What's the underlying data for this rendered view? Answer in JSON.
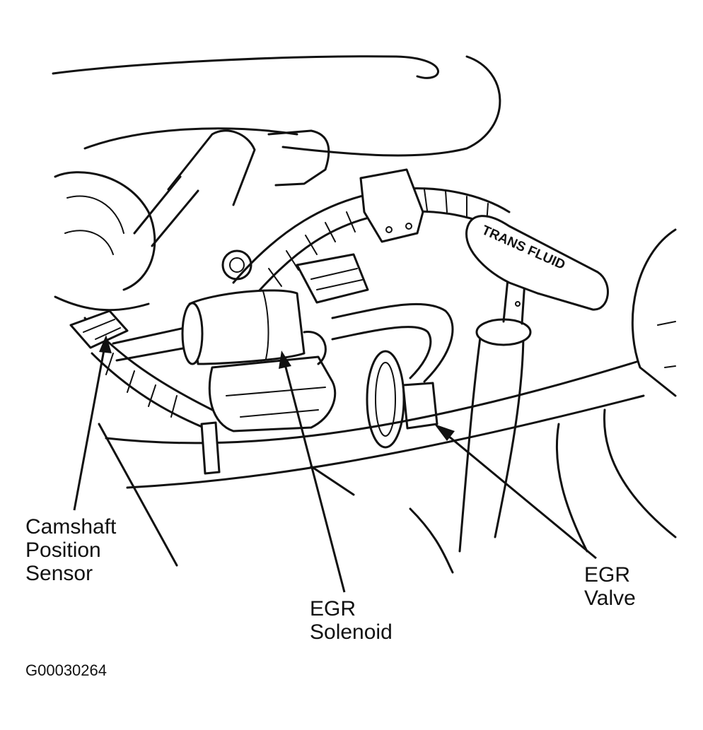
{
  "figure": {
    "id": "G00030264",
    "tag_text": "TRANS FLUID"
  },
  "callouts": [
    {
      "name": "camshaft-position-sensor",
      "lines": [
        "Camshaft",
        "Position",
        "Sensor"
      ]
    },
    {
      "name": "egr-solenoid",
      "lines": [
        "EGR",
        "Solenoid"
      ]
    },
    {
      "name": "egr-valve",
      "lines": [
        "EGR",
        "Valve"
      ]
    }
  ],
  "colors": {
    "ink": "#111111",
    "paper": "#ffffff"
  }
}
